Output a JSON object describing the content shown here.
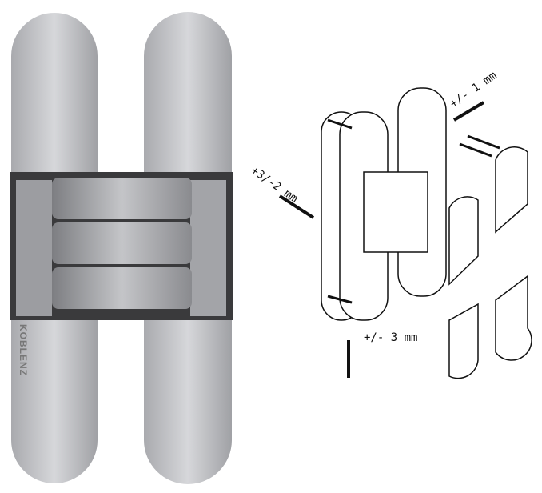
{
  "photo": {
    "brand_logo": "KOBLENZ"
  },
  "diagram": {
    "labels": {
      "depth": "+3/-2 mm",
      "lateral": "+/- 1 mm",
      "height": "+/- 3 mm"
    }
  },
  "colors": {
    "metal_light": "#c9cacc",
    "metal_dark": "#8e8f93",
    "line": "#111111"
  }
}
